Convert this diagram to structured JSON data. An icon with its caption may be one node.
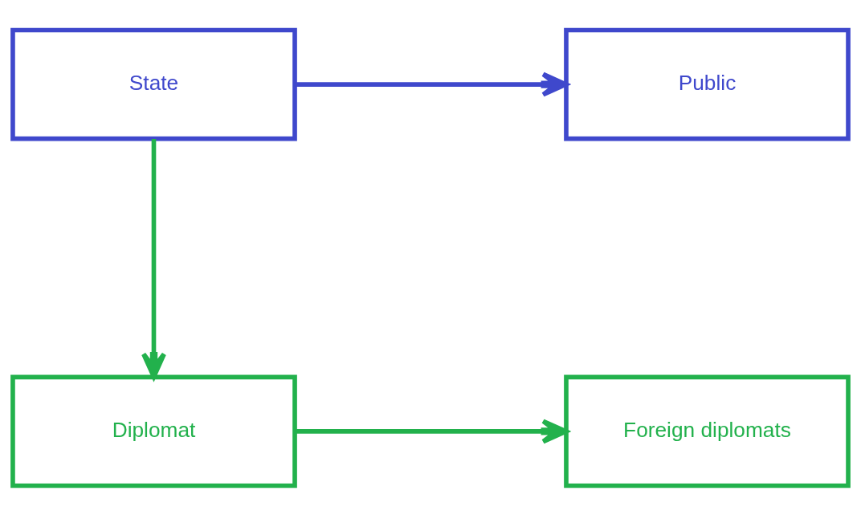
{
  "diagram": {
    "nodes": [
      {
        "text": [
          "State"
        ]
      },
      {
        "text": [
          "Public"
        ]
      },
      {
        "text": [
          "Diplomat"
        ]
      },
      {
        "text": [
          "Foreign diplomats"
        ]
      }
    ],
    "edges": [
      {
        "from": 0,
        "to": 1,
        "arrow": "to",
        "color": "#3f48cc"
      },
      {
        "from": 0,
        "to": 2,
        "arrow": "to"
      },
      {
        "from": 2,
        "to": 3,
        "arrow": "to"
      }
    ]
  }
}
